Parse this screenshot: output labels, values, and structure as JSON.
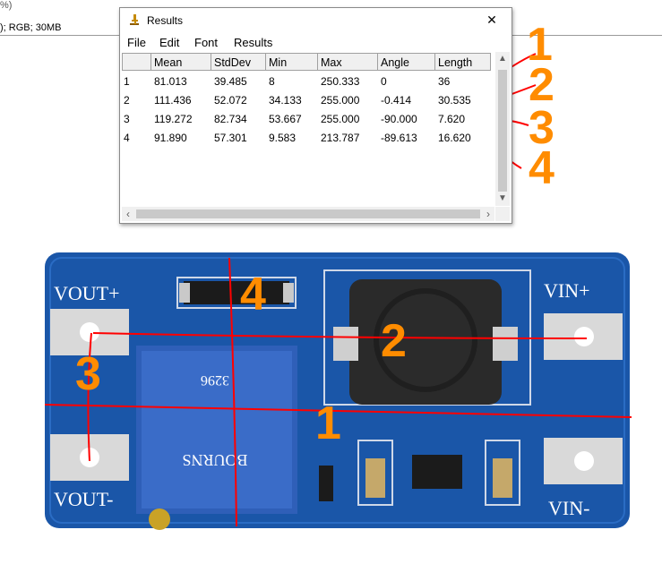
{
  "background": {
    "title_fragment": "%)",
    "info": "); RGB; 30MB"
  },
  "window": {
    "title": "Results",
    "close_glyph": "✕",
    "menu": [
      "File",
      "Edit",
      "Font",
      "Results"
    ],
    "columns": [
      "",
      "Mean",
      "StdDev",
      "Min",
      "Max",
      "Angle",
      "Length"
    ],
    "rows": [
      [
        "1",
        "81.013",
        "39.485",
        "8",
        "250.333",
        "0",
        "36"
      ],
      [
        "2",
        "111.436",
        "52.072",
        "34.133",
        "255.000",
        "-0.414",
        "30.535"
      ],
      [
        "3",
        "119.272",
        "82.734",
        "53.667",
        "255.000",
        "-90.000",
        "7.620"
      ],
      [
        "4",
        "91.890",
        "57.301",
        "9.583",
        "213.787",
        "-89.613",
        "16.620"
      ]
    ]
  },
  "annotations": {
    "unit": "mm",
    "numbers": [
      "1",
      "2",
      "3",
      "4"
    ],
    "board_markers": [
      "1",
      "2",
      "3",
      "4"
    ],
    "color": "#ff8c00",
    "line_color": "#ff0000"
  },
  "board": {
    "labels": {
      "vout_plus": "VOUT+",
      "vout_minus": "VOUT-",
      "vin_plus": "VIN+",
      "vin_minus": "VIN-"
    },
    "pot_text_1": "3296",
    "pot_text_2": "BOURNS",
    "colors": {
      "pcb": "#1a56a8",
      "pcb_dark": "#0f3f86",
      "pad": "#d9d9d9",
      "pot": "#2f5fb8"
    }
  }
}
